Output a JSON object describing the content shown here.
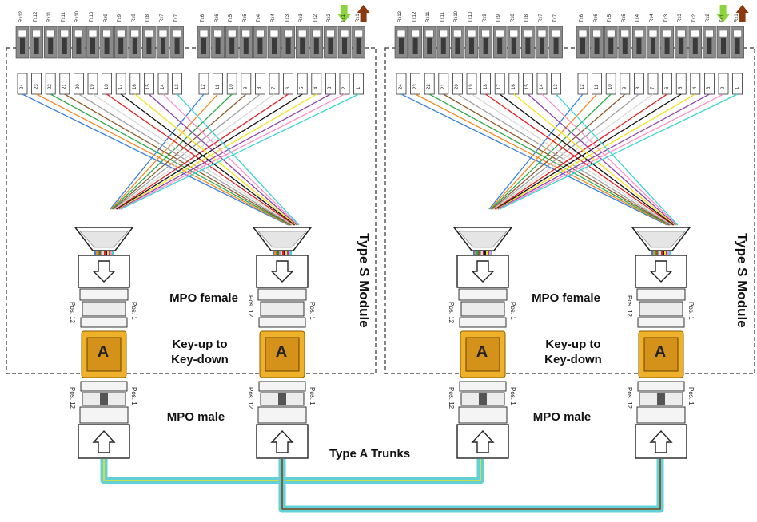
{
  "labels": {
    "mpo_female": "MPO female",
    "key_line1": "Key-up to",
    "key_line2": "Key-down",
    "mpo_male": "MPO male",
    "type_s_module": "Type S Module",
    "type_a_trunks": "Type A Trunks",
    "pos1": "Pos. 1",
    "pos12": "Pos. 12",
    "adapter_key": "A"
  },
  "port_labels_left": [
    "Rx12",
    "Tx12",
    "Rx11",
    "Tx11",
    "Rx10",
    "Tx10",
    "Rx9",
    "Tx9",
    "Rx8",
    "Tx8",
    "Rx7",
    "Tx7"
  ],
  "port_labels_right": [
    "Tx6",
    "Rx6",
    "Tx5",
    "Rx5",
    "Tx4",
    "Rx4",
    "Tx3",
    "Rx3",
    "Tx2",
    "Rx2",
    "Tx1",
    "Rx1"
  ],
  "port_numbers_left": [
    "24",
    "23",
    "22",
    "21",
    "20",
    "19",
    "18",
    "17",
    "16",
    "15",
    "14",
    "13"
  ],
  "port_numbers_right": [
    "12",
    "11",
    "10",
    "9",
    "8",
    "7",
    "6",
    "5",
    "4",
    "3",
    "2",
    "1"
  ],
  "fiber_colors": [
    "#3a7fe0",
    "#f08a24",
    "#2ea84a",
    "#8b5a2b",
    "#a0a0a0",
    "#ffffff",
    "#e02020",
    "#111111",
    "#f2e21a",
    "#8e44ad",
    "#ff8fc8",
    "#39d3d3"
  ],
  "trunk_colors": {
    "outer": "#62d0d6",
    "inner_yellow": "#f2e21a",
    "inner_brown": "#7a4a1a"
  },
  "arrow_colors": {
    "green": "#8cd43c",
    "brown": "#8b3a10"
  },
  "adapter_color": "#f0b12a"
}
